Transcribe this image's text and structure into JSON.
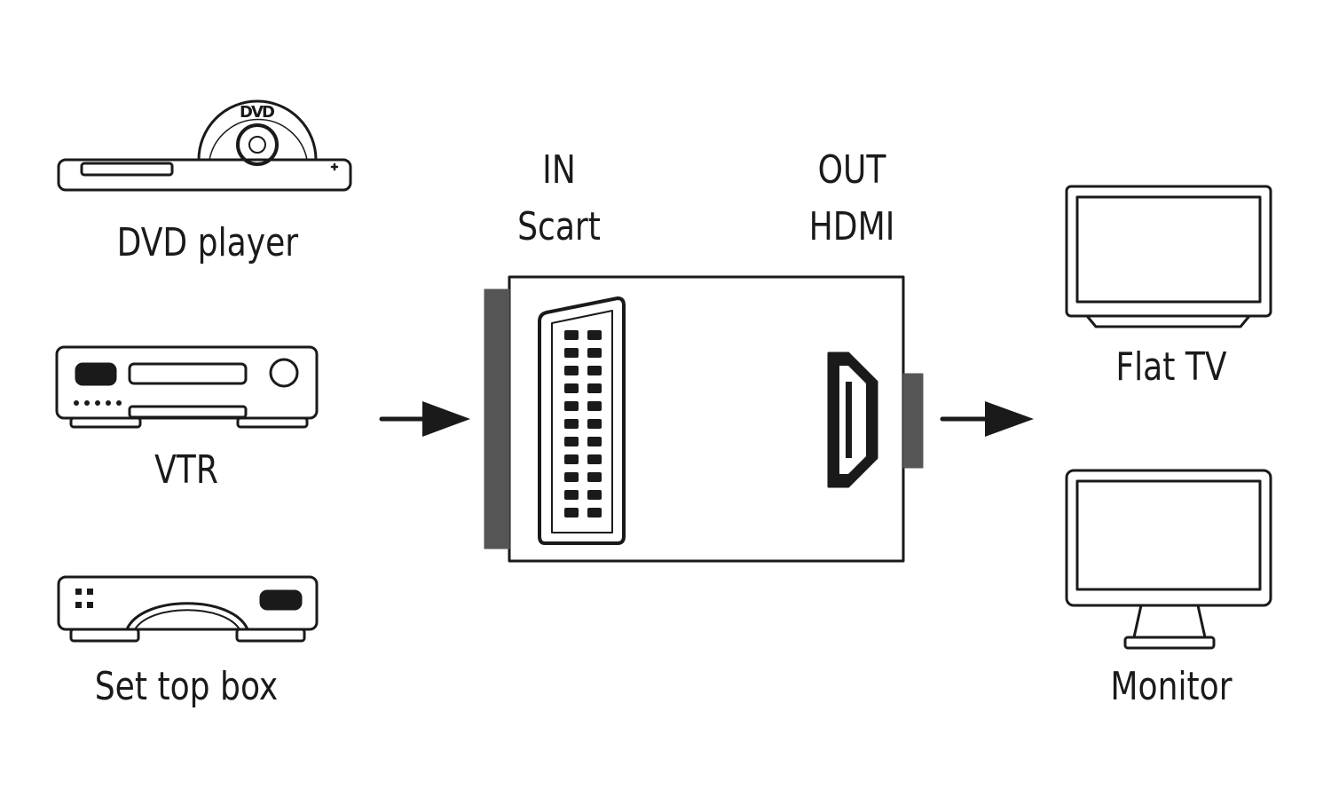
{
  "sources": {
    "dvd": {
      "label": "DVD player",
      "disc_text": "DVD"
    },
    "vtr": {
      "label": "VTR"
    },
    "stb": {
      "label": "Set top box"
    }
  },
  "adapter": {
    "in_label": "IN",
    "in_connector": "Scart",
    "out_label": "OUT",
    "out_connector": "HDMI"
  },
  "outputs": {
    "flat_tv": {
      "label": "Flat TV"
    },
    "monitor": {
      "label": "Monitor"
    }
  },
  "colors": {
    "line": "#1a1a1a",
    "connector_shade": "#555555",
    "background": "#ffffff"
  }
}
